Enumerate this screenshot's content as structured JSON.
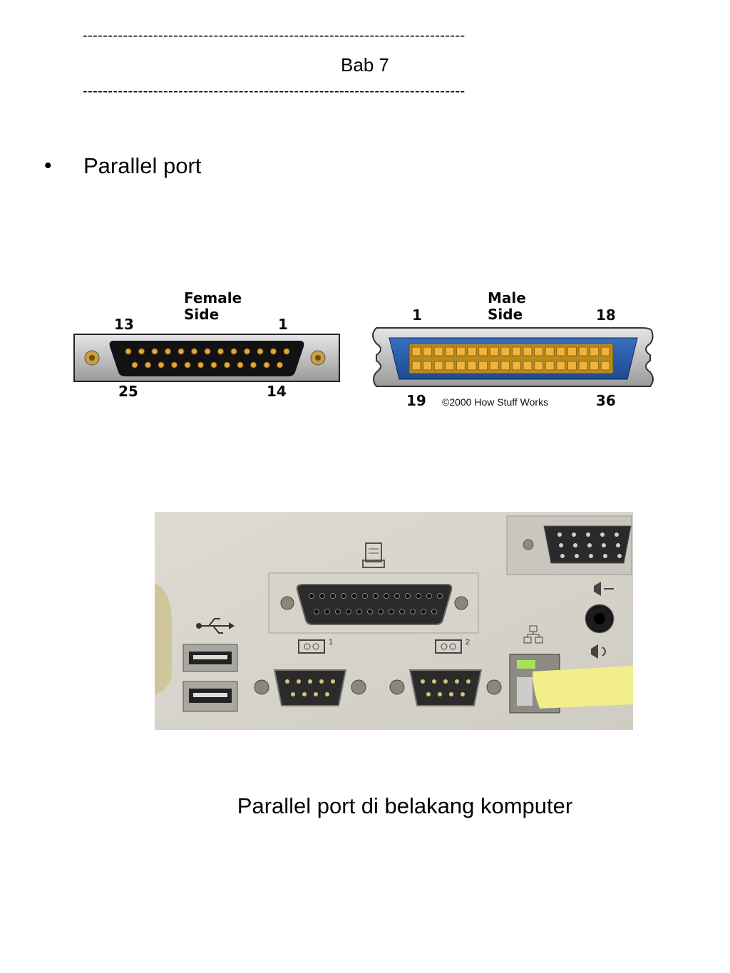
{
  "header": {
    "divider": "----------------------------------------------------------------------------",
    "chapter": "Bab 7"
  },
  "bullet": {
    "symbol": "•",
    "text": "Parallel port"
  },
  "figure_connectors": {
    "female": {
      "title_line1": "Female",
      "title_line2": "Side",
      "pin_top_left": "13",
      "pin_top_right": "1",
      "pin_bottom_left": "25",
      "pin_bottom_right": "14"
    },
    "male": {
      "title_line1": "Male",
      "title_line2": "Side",
      "pin_top_left": "1",
      "pin_top_right": "18",
      "pin_bottom_left": "19",
      "pin_bottom_right": "36",
      "copyright": "©2000 How Stuff Works"
    }
  },
  "photo": {
    "port_labels": [
      "1",
      "2"
    ]
  },
  "caption": "Parallel port di belakang komputer"
}
